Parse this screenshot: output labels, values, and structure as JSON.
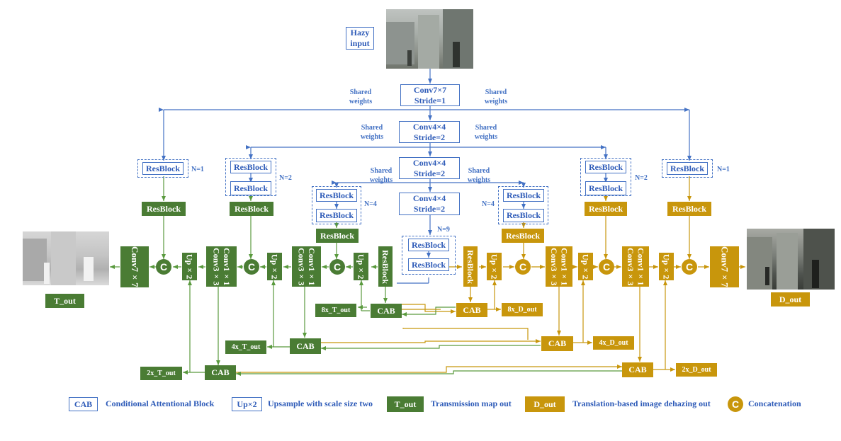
{
  "input_label": "Hazy input",
  "encoder": {
    "conv1": "Conv7×7 Stride=1",
    "conv2": "Conv4×4 Stride=2",
    "conv3": "Conv4×4 Stride=2",
    "conv4": "Conv4×4 Stride=2",
    "n9": "N=9"
  },
  "labels": {
    "resblock": "ResBlock",
    "shared_weights": "Shared weights",
    "n1": "N=1",
    "n2": "N=2",
    "n4": "N=4",
    "up2": "Up×2",
    "conv1_3": "Conv1×1 Conv3×3",
    "conv7": "Conv7×7",
    "cab": "CAB",
    "concat": "C"
  },
  "outputs": {
    "t_out": "T_out",
    "d_out": "D_out",
    "t8": "8x_T_out",
    "t4": "4x_T_out",
    "t2": "2x_T_out",
    "d8": "8x_D_out",
    "d4": "4x_D_out",
    "d2": "2x_D_out"
  },
  "legend": {
    "cab_key": "CAB",
    "cab_text": "Conditional Attentional Block",
    "up_key": "Up×2",
    "up_text": "Upsample with scale size two",
    "t_key": "T_out",
    "t_text": "Transmission map out",
    "d_key": "D_out",
    "d_text": "Translation-based image dehazing out",
    "c_key": "C",
    "c_text": "Concatenation"
  },
  "colors": {
    "blue": "#4472c4",
    "green": "#4a7c34",
    "orange": "#c8960c"
  }
}
